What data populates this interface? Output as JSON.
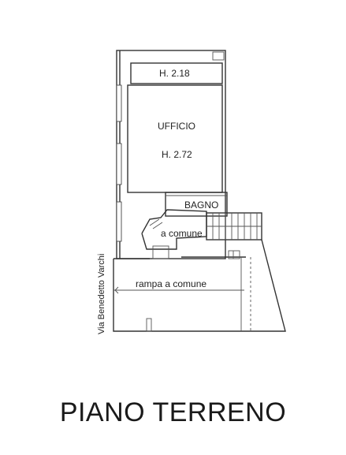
{
  "plan": {
    "rooms": {
      "top_height": "H. 2.18",
      "office": "UFFICIO",
      "office_height": "H. 2.72",
      "bathroom": "BAGNO",
      "common_area": "a comune",
      "ramp": "rampa a comune"
    },
    "street": "Via   Benedetto   Varchi",
    "floor_title": "PIANO TERRENO"
  }
}
